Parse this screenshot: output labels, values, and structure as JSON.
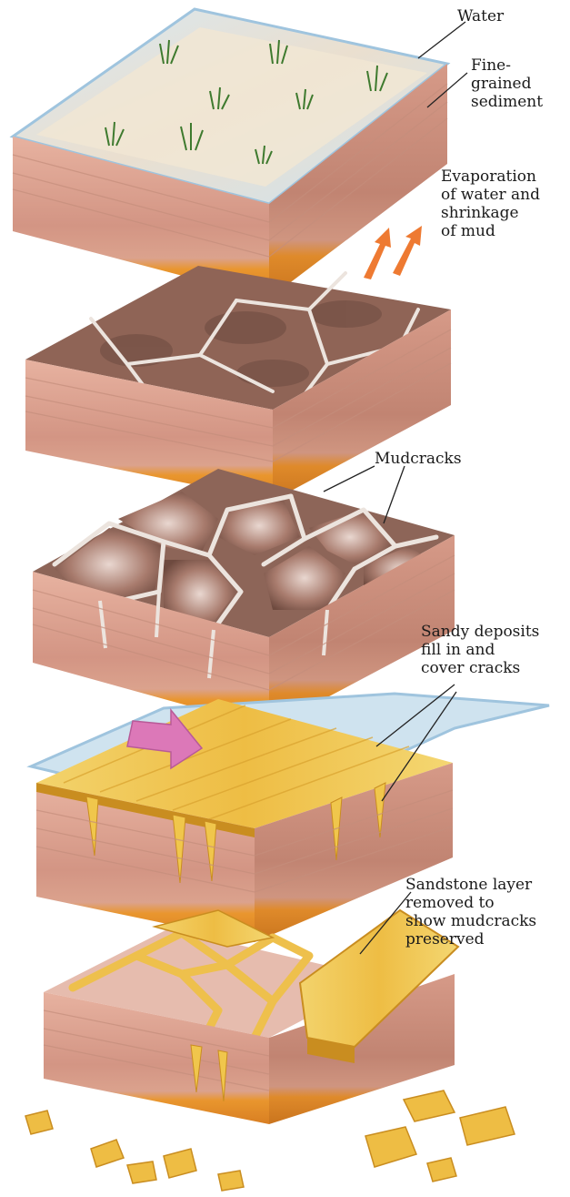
{
  "labels": {
    "water": "Water",
    "fine_grained": [
      "Fine-",
      "grained",
      "sediment"
    ],
    "evaporation": [
      "Evaporation",
      "of water and",
      "shrinkage",
      "of mud"
    ],
    "mudcracks": "Mudcracks",
    "sandy": [
      "Sandy deposits",
      "fill in and",
      "cover cracks"
    ],
    "sandstone": [
      "Sandstone layer",
      "removed to",
      "show mudcracks",
      "preserved"
    ]
  },
  "colors": {
    "water": "#bcd8ec",
    "mud_side": "#d9a292",
    "mud_top_dry": "#8f6456",
    "crack": "#ece4de",
    "sand": "#f0c64c",
    "sand_dark": "#c98d20",
    "base_orange": "#e7962f",
    "arrow_pink": "#dc78b8",
    "arrow_orange": "#ee7a32"
  }
}
